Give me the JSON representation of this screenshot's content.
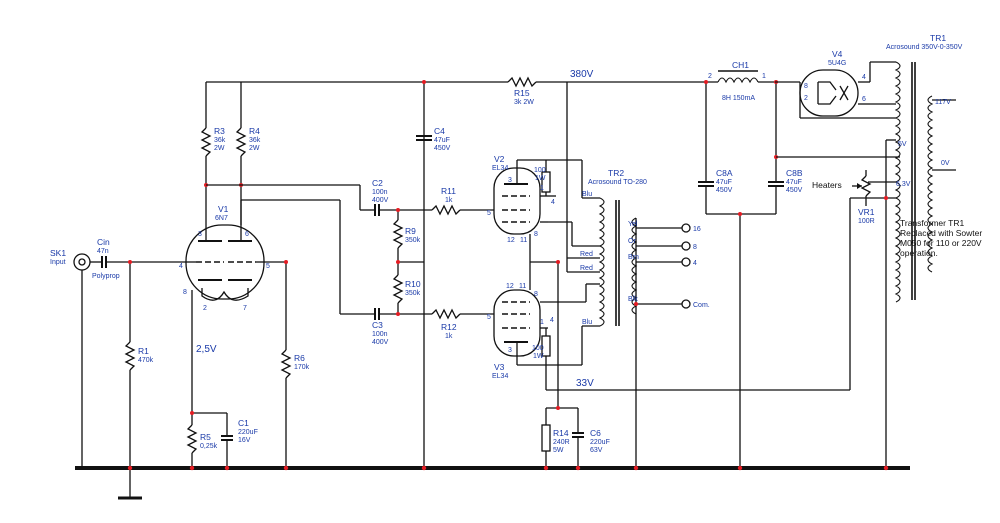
{
  "labels": {
    "sk1": "SK1",
    "sk1_sub": "Input",
    "cin": "Cin",
    "cin_val": "47n",
    "cin_type": "Polyprop",
    "r1": "R1",
    "r1_val": "470k",
    "r3": "R3",
    "r3_val": "36k",
    "r3_w": "2W",
    "r4": "R4",
    "r4_val": "36k",
    "r4_w": "2W",
    "v1": "V1",
    "v1_type": "6N7",
    "pins_v1": [
      "3",
      "6",
      "4",
      "5",
      "8",
      "2",
      "7"
    ],
    "v_25": "2,5V",
    "r5": "R5",
    "r5_val": "0,25k",
    "c1": "C1",
    "c1_val": "220uF",
    "c1_v": "16V",
    "r6": "R6",
    "r6_val": "170k",
    "c2": "C2",
    "c2_val": "100n",
    "c2_v": "400V",
    "c3": "C3",
    "c3_val": "100n",
    "c3_v": "400V",
    "r9": "R9",
    "r9_val": "350k",
    "r10": "R10",
    "r10_val": "350k",
    "c4": "C4",
    "c4_val": "47uF",
    "c4_v": "450V",
    "r15": "R15",
    "r15_val": "3k  2W",
    "v380": "380V",
    "r11": "R11",
    "r11_val": "1k",
    "r12": "R12",
    "r12_val": "1k",
    "v2": "V2",
    "v2_type": "EL34",
    "v3": "V3",
    "v3_type": "EL34",
    "res100_top": "100",
    "res100_top_w": "1W",
    "res100_bot": "100",
    "res100_bot_w": "1W",
    "pins_v2": [
      "3",
      "1",
      "4",
      "5",
      "12",
      "11",
      "8"
    ],
    "pins_v3": [
      "12",
      "11",
      "1",
      "4",
      "5",
      "3",
      "8"
    ],
    "tr2": "TR2",
    "tr2_type": "Acrosound TO-280",
    "tr2_leads": [
      "Blu",
      "Red",
      "Red",
      "Blu",
      "Yel",
      "Or",
      "Brn",
      "Blk"
    ],
    "outputs": [
      "16",
      "8",
      "4",
      "Com."
    ],
    "v33": "33V",
    "r14": "R14",
    "r14_val": "240R",
    "r14_w": "5W",
    "c6": "C6",
    "c6_val": "220uF",
    "c6_v": "63V",
    "ch1": "CH1",
    "ch1_val": "8H    150mA",
    "ch1_pins": [
      "2",
      "1"
    ],
    "c8a": "C8A",
    "c8a_val": "47uF",
    "c8a_v": "450V",
    "c8b": "C8B",
    "c8b_val": "47uF",
    "c8b_v": "450V",
    "v4": "V4",
    "v4_type": "5U4G",
    "v4_pins": [
      "8",
      "2",
      "4",
      "6"
    ],
    "tr1": "TR1",
    "tr1_type": "Acrosound 350V-0-350V",
    "tr1_taps": [
      "117V",
      "5V",
      "0V",
      "6.3V"
    ],
    "heaters": "Heaters",
    "vr1": "VR1",
    "vr1_val": "100R",
    "note": [
      "Transformer TR1",
      "Replaced with Sowter",
      "M050 for 110 or 220V",
      "operation."
    ]
  }
}
